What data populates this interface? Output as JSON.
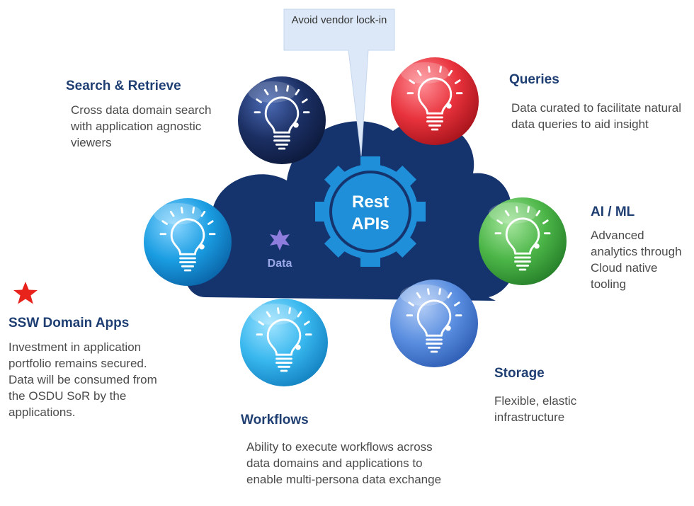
{
  "callout": {
    "text": "Avoid vendor lock-in"
  },
  "center": {
    "line1": "Rest",
    "line2": "APIs"
  },
  "data_label": "Data",
  "colors": {
    "cloud": "#15346e",
    "gear": "#1e8fd8",
    "title_text": "#1f3f73",
    "callout_fill": "#dce8f7",
    "star": "#e8231c"
  },
  "nodes": [
    {
      "id": "search",
      "title": "Search & Retrieve",
      "description": "Cross data domain search with application agnostic viewers",
      "color": "#1b2f63",
      "icon": "lightbulb-icon"
    },
    {
      "id": "queries",
      "title": "Queries",
      "description": "Data curated to facilitate natural data queries to aid insight",
      "color": "#e8323c",
      "icon": "lightbulb-icon"
    },
    {
      "id": "aiml",
      "title": "AI / ML",
      "description": "Advanced analytics through Cloud native tooling",
      "color": "#4cb648",
      "icon": "lightbulb-icon"
    },
    {
      "id": "storage",
      "title": "Storage",
      "description": "Flexible, elastic infrastructure",
      "color": "#5b8fe0",
      "icon": "lightbulb-icon"
    },
    {
      "id": "workflows",
      "title": "Workflows",
      "description": "Ability to execute workflows across data domains and applications to enable multi-persona data exchange",
      "color": "#38b7ee",
      "icon": "lightbulb-icon"
    },
    {
      "id": "ssw",
      "title": "SSW Domain Apps",
      "description": "Investment in application portfolio remains secured. Data will be consumed from the OSDU SoR by the applications.",
      "color": "#1a9de2",
      "icon": "lightbulb-icon"
    }
  ],
  "legend": {
    "icon": "star-icon"
  }
}
